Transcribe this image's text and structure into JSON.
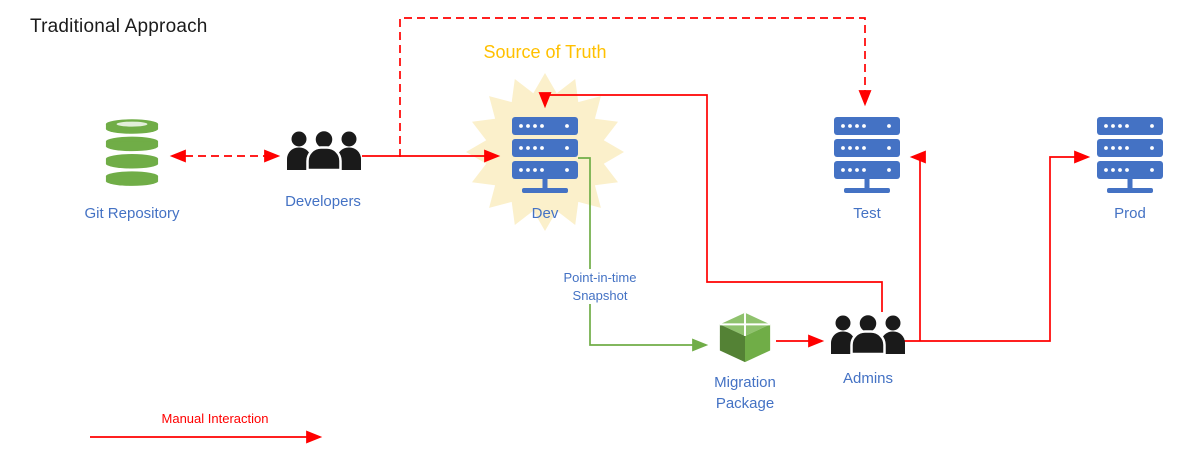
{
  "title": "Traditional Approach",
  "annotations": {
    "source_of_truth": "Source of Truth",
    "snapshot": "Point-in-time Snapshot",
    "legend": "Manual Interaction"
  },
  "nodes": {
    "git_repository": {
      "label": "Git Repository",
      "icon": "database-icon",
      "icon_color": "#70AD47"
    },
    "developers": {
      "label": "Developers",
      "icon": "people-icon",
      "icon_color": "#1a1a1a"
    },
    "dev": {
      "label": "Dev",
      "icon": "server-icon",
      "icon_color": "#4472C4",
      "highlight": "starburst"
    },
    "test": {
      "label": "Test",
      "icon": "server-icon",
      "icon_color": "#4472C4"
    },
    "prod": {
      "label": "Prod",
      "icon": "server-icon",
      "icon_color": "#4472C4"
    },
    "migration_package": {
      "label": "Migration Package",
      "icon": "package-icon",
      "icon_color": "#70AD47"
    },
    "admins": {
      "label": "Admins",
      "icon": "people-icon",
      "icon_color": "#1a1a1a"
    }
  },
  "edges": [
    {
      "from": "git_repository",
      "to": "developers",
      "style": "dashed",
      "color": "#FF0000",
      "bidirectional": true
    },
    {
      "from": "developers",
      "to": "dev",
      "style": "solid",
      "color": "#FF0000"
    },
    {
      "from": "developers",
      "to": "test",
      "style": "dashed",
      "color": "#FF0000"
    },
    {
      "from": "admins",
      "to": "dev",
      "style": "solid",
      "color": "#FF0000"
    },
    {
      "from": "admins",
      "to": "test",
      "style": "solid",
      "color": "#FF0000"
    },
    {
      "from": "admins",
      "to": "prod",
      "style": "solid",
      "color": "#FF0000"
    },
    {
      "from": "dev",
      "to": "migration_package",
      "style": "solid",
      "color": "#70AD47",
      "label": "Point-in-time Snapshot"
    },
    {
      "from": "migration_package",
      "to": "admins",
      "style": "solid",
      "color": "#FF0000"
    }
  ],
  "colors": {
    "manual_interaction_line": "#FF0000",
    "snapshot_line": "#70AD47",
    "node_label_text": "#4472C4",
    "server_icon": "#4472C4",
    "green_icon": "#70AD47",
    "people_icon": "#1a1a1a",
    "source_of_truth_text": "#FFC000",
    "starburst_fill": "#FBF0CB",
    "title_text": "#1b1b1b"
  }
}
